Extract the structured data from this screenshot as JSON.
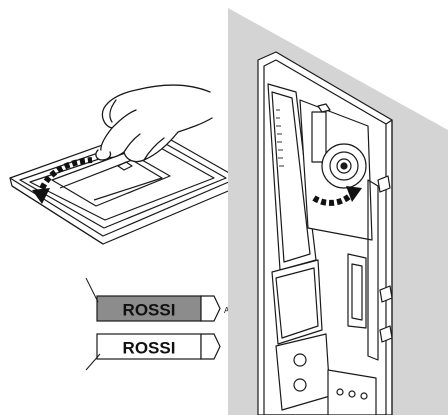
{
  "labels": {
    "top": {
      "name": "ROSSI",
      "marker": "A"
    },
    "bottom": {
      "name": "ROSSI"
    }
  },
  "colors": {
    "wall": "#d4d4d4",
    "label_top_fill": "#8c8c8c",
    "ink": "#1a1a1a",
    "arrow": "#222222"
  }
}
